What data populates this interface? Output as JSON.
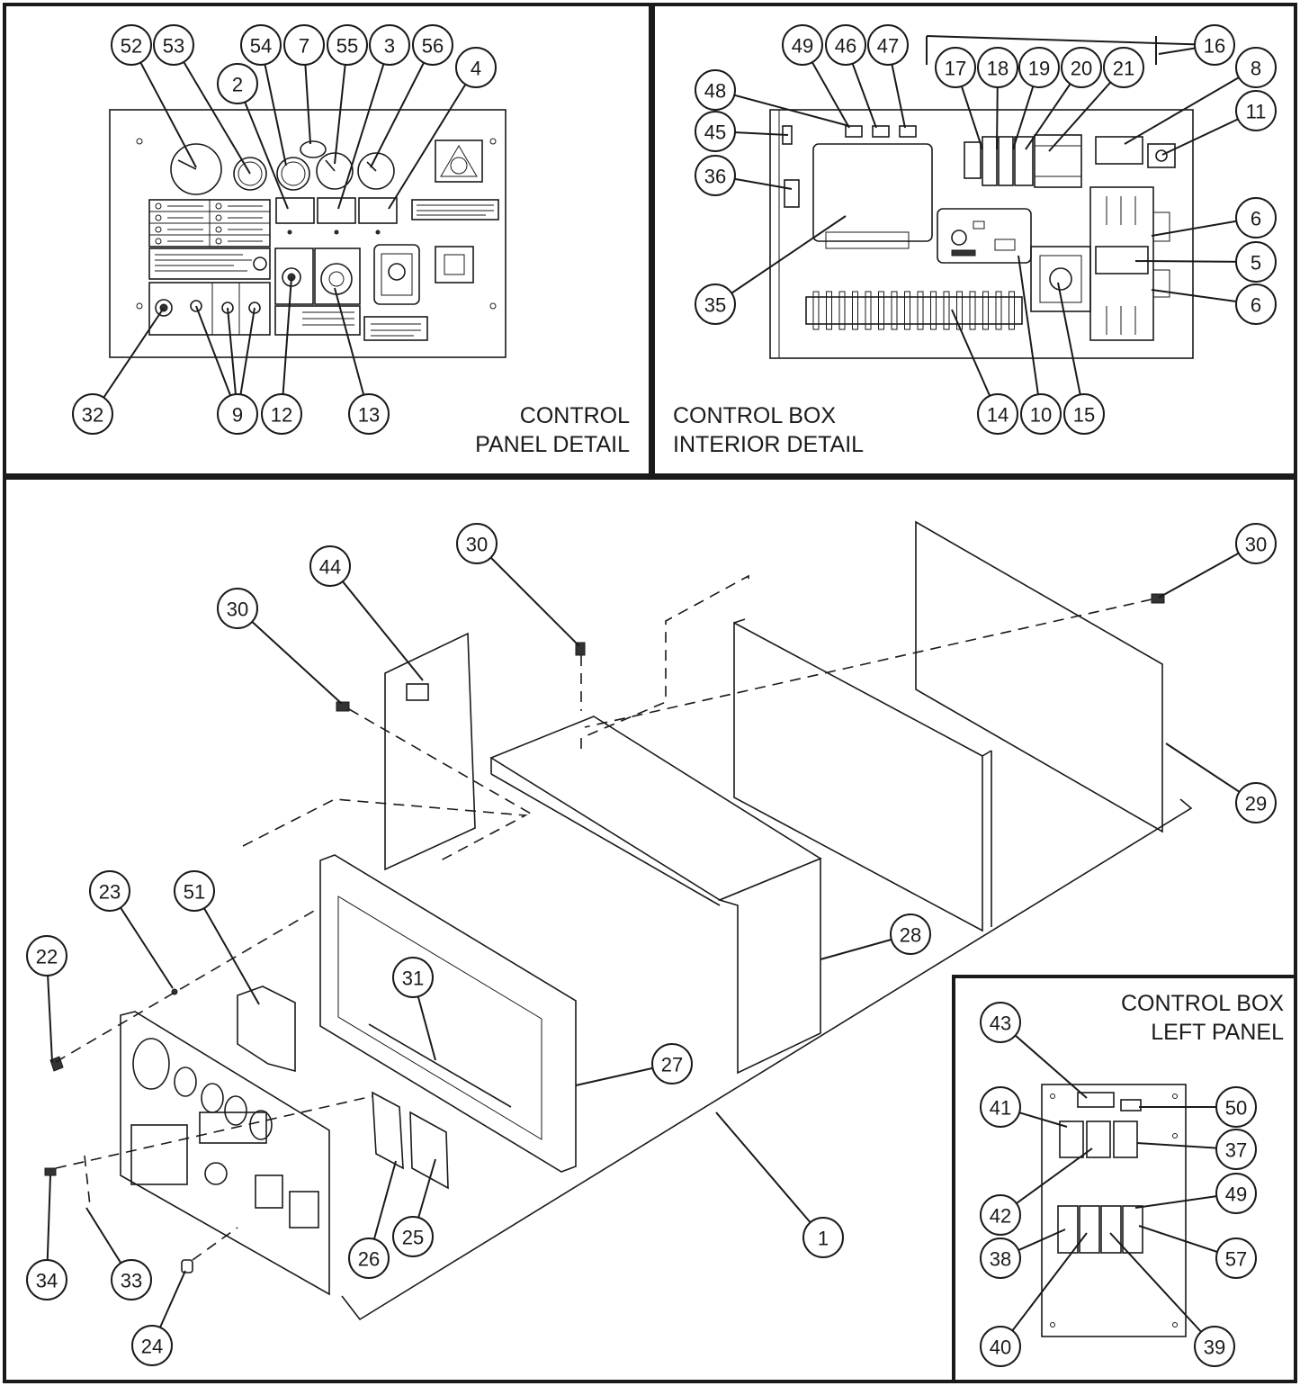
{
  "sections": {
    "control_panel": {
      "title_lines": [
        "CONTROL",
        "PANEL DETAIL"
      ]
    },
    "control_box_interior": {
      "title_lines": [
        "CONTROL BOX",
        "INTERIOR DETAIL"
      ]
    },
    "control_box_left_panel": {
      "title_lines": [
        "CONTROL BOX",
        "LEFT PANEL"
      ]
    }
  },
  "callouts": [
    {
      "label": "52",
      "section": "control_panel"
    },
    {
      "label": "53",
      "section": "control_panel"
    },
    {
      "label": "54",
      "section": "control_panel"
    },
    {
      "label": "7",
      "section": "control_panel"
    },
    {
      "label": "55",
      "section": "control_panel"
    },
    {
      "label": "3",
      "section": "control_panel"
    },
    {
      "label": "56",
      "section": "control_panel"
    },
    {
      "label": "2",
      "section": "control_panel"
    },
    {
      "label": "4",
      "section": "control_panel"
    },
    {
      "label": "32",
      "section": "control_panel"
    },
    {
      "label": "9",
      "section": "control_panel"
    },
    {
      "label": "12",
      "section": "control_panel"
    },
    {
      "label": "13",
      "section": "control_panel"
    },
    {
      "label": "49",
      "section": "control_box_interior"
    },
    {
      "label": "46",
      "section": "control_box_interior"
    },
    {
      "label": "47",
      "section": "control_box_interior"
    },
    {
      "label": "17",
      "section": "control_box_interior"
    },
    {
      "label": "18",
      "section": "control_box_interior"
    },
    {
      "label": "19",
      "section": "control_box_interior"
    },
    {
      "label": "20",
      "section": "control_box_interior"
    },
    {
      "label": "21",
      "section": "control_box_interior"
    },
    {
      "label": "16",
      "section": "control_box_interior"
    },
    {
      "label": "8",
      "section": "control_box_interior"
    },
    {
      "label": "48",
      "section": "control_box_interior"
    },
    {
      "label": "11",
      "section": "control_box_interior"
    },
    {
      "label": "45",
      "section": "control_box_interior"
    },
    {
      "label": "36",
      "section": "control_box_interior"
    },
    {
      "label": "6",
      "section": "control_box_interior"
    },
    {
      "label": "5",
      "section": "control_box_interior"
    },
    {
      "label": "6",
      "section": "control_box_interior"
    },
    {
      "label": "35",
      "section": "control_box_interior"
    },
    {
      "label": "14",
      "section": "control_box_interior"
    },
    {
      "label": "10",
      "section": "control_box_interior"
    },
    {
      "label": "15",
      "section": "control_box_interior"
    },
    {
      "label": "30",
      "section": "exploded"
    },
    {
      "label": "44",
      "section": "exploded"
    },
    {
      "label": "30",
      "section": "exploded"
    },
    {
      "label": "30",
      "section": "exploded"
    },
    {
      "label": "29",
      "section": "exploded"
    },
    {
      "label": "28",
      "section": "exploded"
    },
    {
      "label": "23",
      "section": "exploded"
    },
    {
      "label": "51",
      "section": "exploded"
    },
    {
      "label": "22",
      "section": "exploded"
    },
    {
      "label": "31",
      "section": "exploded"
    },
    {
      "label": "27",
      "section": "exploded"
    },
    {
      "label": "1",
      "section": "exploded"
    },
    {
      "label": "26",
      "section": "exploded"
    },
    {
      "label": "25",
      "section": "exploded"
    },
    {
      "label": "34",
      "section": "exploded"
    },
    {
      "label": "33",
      "section": "exploded"
    },
    {
      "label": "24",
      "section": "exploded"
    },
    {
      "label": "43",
      "section": "control_box_left_panel"
    },
    {
      "label": "41",
      "section": "control_box_left_panel"
    },
    {
      "label": "50",
      "section": "control_box_left_panel"
    },
    {
      "label": "37",
      "section": "control_box_left_panel"
    },
    {
      "label": "42",
      "section": "control_box_left_panel"
    },
    {
      "label": "49",
      "section": "control_box_left_panel"
    },
    {
      "label": "38",
      "section": "control_box_left_panel"
    },
    {
      "label": "57",
      "section": "control_box_left_panel"
    },
    {
      "label": "40",
      "section": "control_box_left_panel"
    },
    {
      "label": "39",
      "section": "control_box_left_panel"
    }
  ]
}
